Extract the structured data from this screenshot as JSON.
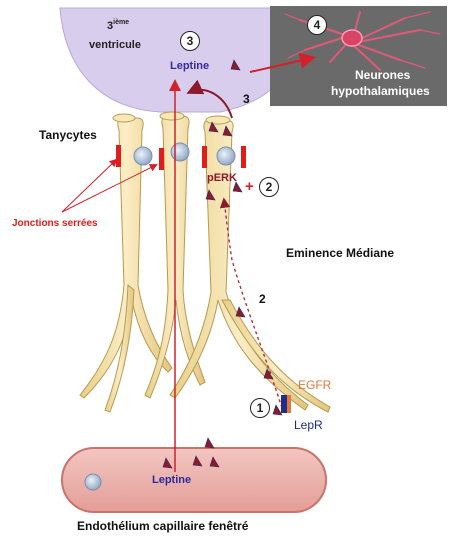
{
  "ventricle": {
    "line1_prefix": "3",
    "line1_sup": "ième",
    "line2": "ventricule"
  },
  "neurons_label": {
    "line1": "Neurones",
    "line2": "hypothalamiques"
  },
  "tanycytes_label": "Tanycytes",
  "tight_junctions_label": "Jonctions serrées",
  "median_eminence_label": "Eminence Médiane",
  "leptin_top_label": "Leptine",
  "leptin_capillary_label": "Leptine",
  "perk_label": "pERK",
  "plus_sign": "+",
  "egfr_label": "EGFR",
  "lepr_label": "LepR",
  "endothelium_label": "Endothélium capillaire fenêtré",
  "step_markers": {
    "circled_1": "1",
    "circled_2": "2",
    "circled_3": "3",
    "circled_4": "4",
    "plain_2": "2",
    "plain_3": "3"
  },
  "colors": {
    "ventricle_fill": "#d9cdee",
    "neuron_panel": "#6a6a6a",
    "tanycyte_fill": "#f3dfa2",
    "tanycyte_stroke": "#b79a52",
    "junction_red": "#e11c1c",
    "leptin_marker": "#8b1a2a",
    "capillary_fill": "#eab3ae",
    "capillary_stroke": "#c9736c",
    "arrow_red": "#d3202a",
    "egfr_orange": "#e07a3a",
    "lepr_blue": "#1f2c8c"
  }
}
